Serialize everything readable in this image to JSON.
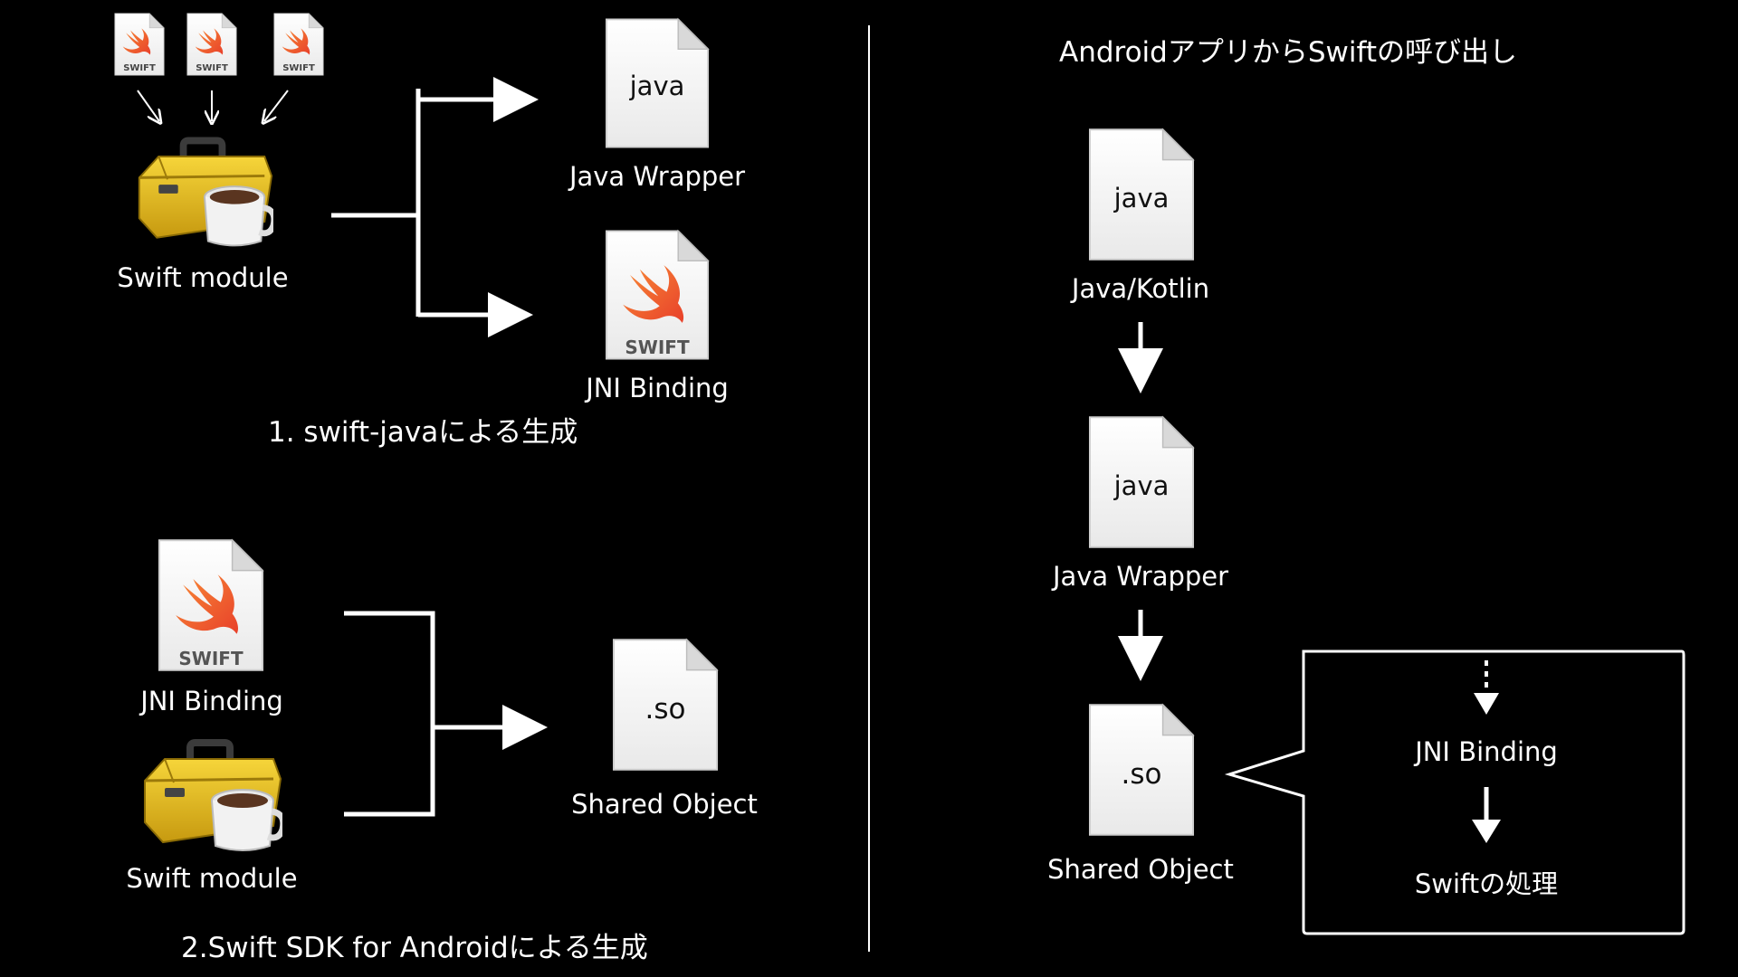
{
  "left_top": {
    "small_file_label": "SWIFT",
    "toolbox_label": "Swift module",
    "java_file_text": "java",
    "java_label": "Java Wrapper",
    "swift_file_label": "SWIFT",
    "jni_label": "JNI Binding",
    "caption": "1. swift-javaによる生成"
  },
  "left_bottom": {
    "swift_file_label": "SWIFT",
    "jni_label": "JNI Binding",
    "toolbox_label": "Swift module",
    "so_file_text": ".so",
    "so_label": "Shared Object",
    "caption": "2.Swift SDK for Androidによる生成"
  },
  "right": {
    "title": "AndroidアプリからSwiftの呼び出し",
    "file1_text": "java",
    "file1_label": "Java/Kotlin",
    "file2_text": "java",
    "file2_label": "Java Wrapper",
    "file3_text": ".so",
    "file3_label": "Shared Object",
    "callout_item1": "JNI Binding",
    "callout_item2": "Swiftの処理"
  },
  "colors": {
    "background": "#000000",
    "foreground": "#ffffff",
    "swift_orange": "#f05138",
    "toolbox_yellow": "#e8c21a"
  }
}
